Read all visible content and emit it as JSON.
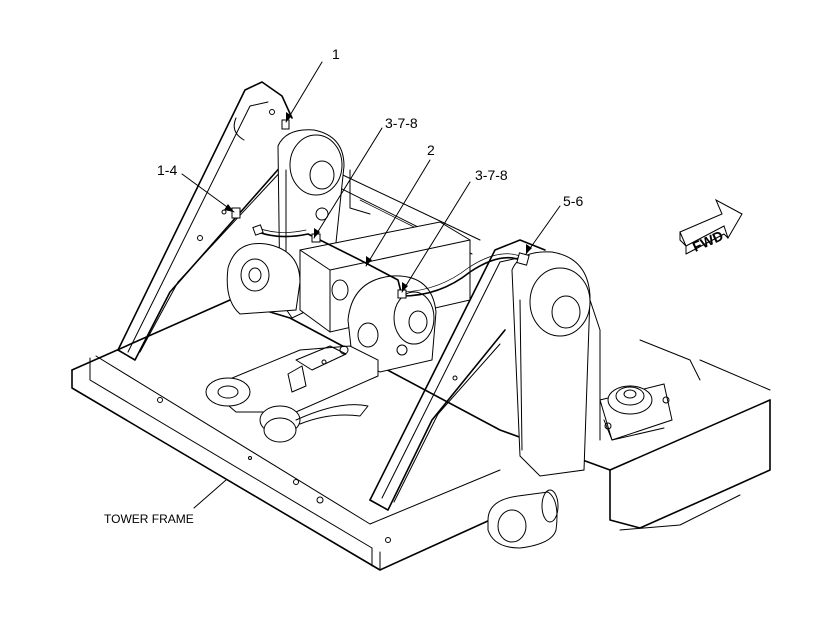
{
  "diagram": {
    "callouts": [
      {
        "id": "c1",
        "text": "1"
      },
      {
        "id": "c2",
        "text": "1-4"
      },
      {
        "id": "c3",
        "text": "3-7-8"
      },
      {
        "id": "c4",
        "text": "2"
      },
      {
        "id": "c5",
        "text": "3-7-8"
      },
      {
        "id": "c6",
        "text": "5-6"
      }
    ],
    "frame_label": "TOWER FRAME",
    "direction_label": "FWD"
  }
}
